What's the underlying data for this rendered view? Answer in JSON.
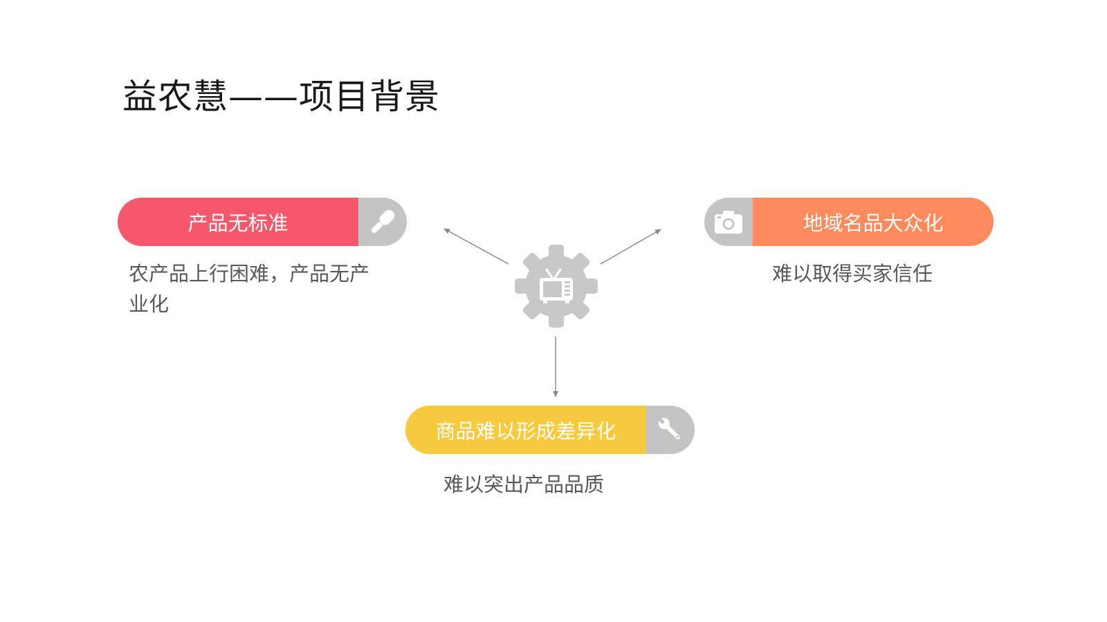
{
  "title": "益农慧——项目背景",
  "colors": {
    "red": "#f5576c",
    "orange": "#ff8a5b",
    "yellow": "#f7c93c",
    "gray_icon": "#c4c4c4",
    "hub": "#c8c8c8",
    "arrow": "#8a8a8a"
  },
  "hub_icon": "gear-tv-icon",
  "items": [
    {
      "label": "产品无标准",
      "description": "农产品上行困难，产品无产业化",
      "icon": "microphone-icon",
      "color": "#f5576c"
    },
    {
      "label": "地域名品大众化",
      "description": "难以取得买家信任",
      "icon": "camera-icon",
      "color": "#ff8a5b"
    },
    {
      "label": "商品难以形成差异化",
      "description": "难以突出产品品质",
      "icon": "wrench-icon",
      "color": "#f7c93c"
    }
  ]
}
